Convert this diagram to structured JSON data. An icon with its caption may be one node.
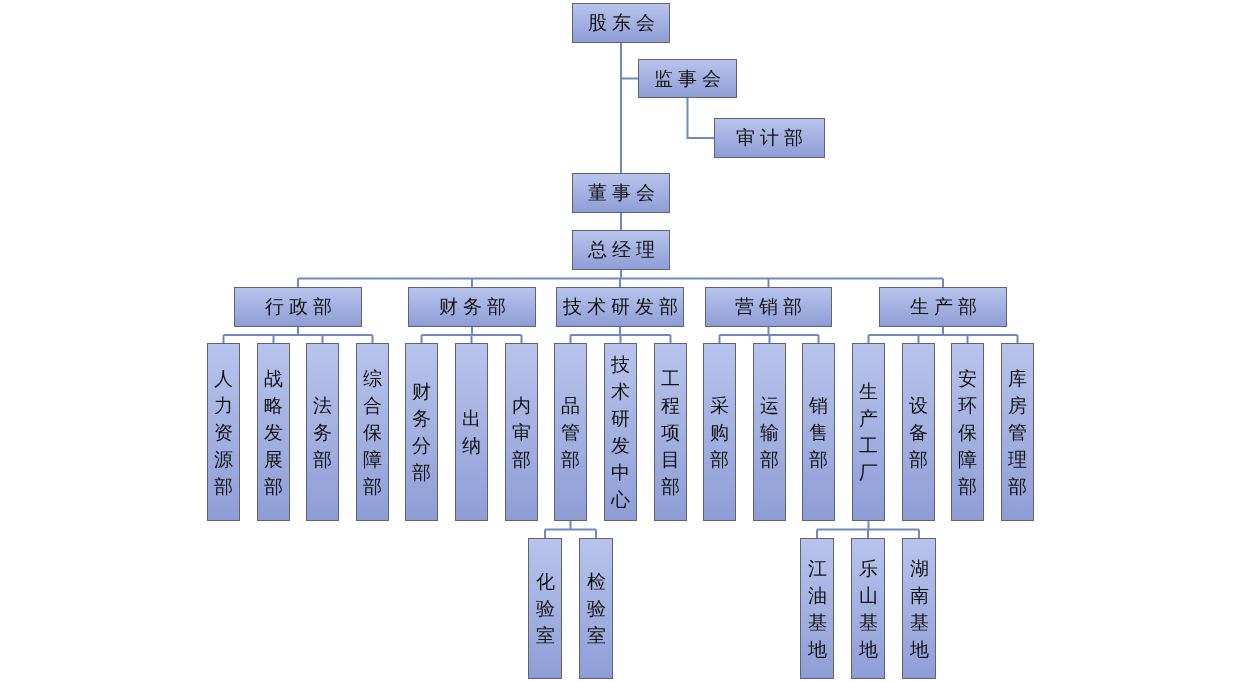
{
  "diagram": {
    "nodes": [
      {
        "text": [
          "股东会"
        ]
      },
      {
        "text": [
          "监事会"
        ]
      },
      {
        "text": [
          "审计部"
        ]
      },
      {
        "text": [
          "董事会"
        ]
      },
      {
        "text": [
          "总经理"
        ]
      },
      {
        "text": [
          "行政部"
        ]
      },
      {
        "text": [
          "财务部"
        ]
      },
      {
        "text": [
          "技术研发部"
        ]
      },
      {
        "text": [
          "营销部"
        ]
      },
      {
        "text": [
          "生产部"
        ]
      },
      {
        "text": [
          "人力资源部"
        ]
      },
      {
        "text": [
          "战略发展部"
        ]
      },
      {
        "text": [
          "法务部"
        ]
      },
      {
        "text": [
          "综合保障部"
        ]
      },
      {
        "text": [
          "财务分部"
        ]
      },
      {
        "text": [
          "出纳"
        ]
      },
      {
        "text": [
          "内审部"
        ]
      },
      {
        "text": [
          "品管部"
        ]
      },
      {
        "text": [
          "技术研发中心"
        ]
      },
      {
        "text": [
          "工程项目部"
        ]
      },
      {
        "text": [
          "采购部"
        ]
      },
      {
        "text": [
          "运输部"
        ]
      },
      {
        "text": [
          "销售部"
        ]
      },
      {
        "text": [
          "生产工厂"
        ]
      },
      {
        "text": [
          "设备部"
        ]
      },
      {
        "text": [
          "安环保障部"
        ]
      },
      {
        "text": [
          "库房管理部"
        ]
      },
      {
        "text": [
          "化验室"
        ]
      },
      {
        "text": [
          "检验室"
        ]
      },
      {
        "text": [
          "江油基地"
        ]
      },
      {
        "text": [
          "乐山基地"
        ]
      },
      {
        "text": [
          "湖南基地"
        ]
      }
    ],
    "edges": [
      {
        "from": 0,
        "to": 1,
        "arrow": "none"
      },
      {
        "from": 0,
        "to": 3,
        "arrow": "none"
      },
      {
        "from": 1,
        "to": 2,
        "arrow": "none"
      },
      {
        "from": 3,
        "to": 4,
        "arrow": "none"
      },
      {
        "from": 4,
        "to": 5,
        "arrow": "none"
      },
      {
        "from": 4,
        "to": 6,
        "arrow": "none"
      },
      {
        "from": 4,
        "to": 7,
        "arrow": "none"
      },
      {
        "from": 4,
        "to": 8,
        "arrow": "none"
      },
      {
        "from": 4,
        "to": 9,
        "arrow": "none"
      },
      {
        "from": 5,
        "to": 10,
        "arrow": "none"
      },
      {
        "from": 5,
        "to": 11,
        "arrow": "none"
      },
      {
        "from": 5,
        "to": 12,
        "arrow": "none"
      },
      {
        "from": 5,
        "to": 13,
        "arrow": "none"
      },
      {
        "from": 6,
        "to": 14,
        "arrow": "none"
      },
      {
        "from": 6,
        "to": 15,
        "arrow": "none"
      },
      {
        "from": 6,
        "to": 16,
        "arrow": "none"
      },
      {
        "from": 7,
        "to": 17,
        "arrow": "none"
      },
      {
        "from": 7,
        "to": 18,
        "arrow": "none"
      },
      {
        "from": 7,
        "to": 19,
        "arrow": "none"
      },
      {
        "from": 8,
        "to": 20,
        "arrow": "none"
      },
      {
        "from": 8,
        "to": 21,
        "arrow": "none"
      },
      {
        "from": 8,
        "to": 22,
        "arrow": "none"
      },
      {
        "from": 9,
        "to": 23,
        "arrow": "none"
      },
      {
        "from": 9,
        "to": 24,
        "arrow": "none"
      },
      {
        "from": 9,
        "to": 25,
        "arrow": "none"
      },
      {
        "from": 9,
        "to": 26,
        "arrow": "none"
      },
      {
        "from": 17,
        "to": 27,
        "arrow": "none"
      },
      {
        "from": 17,
        "to": 28,
        "arrow": "none"
      },
      {
        "from": 23,
        "to": 29,
        "arrow": "none"
      },
      {
        "from": 23,
        "to": 30,
        "arrow": "none"
      },
      {
        "from": 23,
        "to": 31,
        "arrow": "none"
      }
    ]
  }
}
